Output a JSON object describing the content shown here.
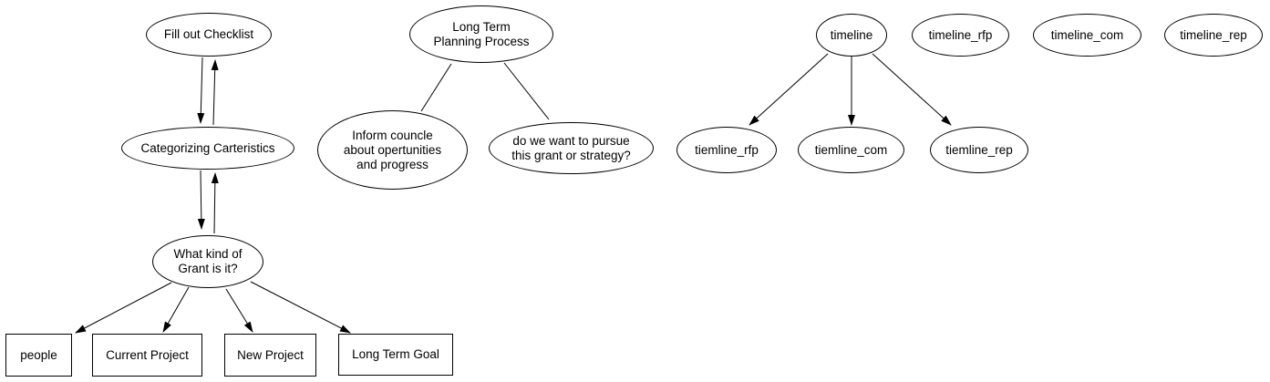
{
  "diagram": {
    "type": "graph",
    "background_color": "#ffffff",
    "node_stroke_color": "#000000",
    "edge_color": "#000000",
    "text_color": "#000000",
    "nodes": {
      "fill_out_checklist": {
        "label": "Fill out Checklist",
        "shape": "ellipse"
      },
      "categorizing_carteristics": {
        "label": "Categorizing Carteristics",
        "shape": "ellipse"
      },
      "what_kind_of_grant": {
        "label": "What kind of\nGrant is it?",
        "shape": "ellipse"
      },
      "people": {
        "label": "people",
        "shape": "box"
      },
      "current_project": {
        "label": "Current Project",
        "shape": "box"
      },
      "new_project": {
        "label": "New Project",
        "shape": "box"
      },
      "long_term_goal": {
        "label": "Long Term Goal",
        "shape": "box"
      },
      "long_term_planning": {
        "label": "Long Term\nPlanning Process",
        "shape": "ellipse"
      },
      "inform_councle": {
        "label": "Inform councle\nabout opertunities\nand progress",
        "shape": "ellipse"
      },
      "do_we_want": {
        "label": "do we want to pursue\nthis grant or strategy?",
        "shape": "ellipse"
      },
      "timeline": {
        "label": "timeline",
        "shape": "ellipse"
      },
      "timeline_rfp": {
        "label": "timeline_rfp",
        "shape": "ellipse"
      },
      "timeline_com": {
        "label": "timeline_com",
        "shape": "ellipse"
      },
      "timeline_rep": {
        "label": "timeline_rep",
        "shape": "ellipse"
      },
      "tiemline_rfp": {
        "label": "tiemline_rfp",
        "shape": "ellipse"
      },
      "tiemline_com": {
        "label": "tiemline_com",
        "shape": "ellipse"
      },
      "tiemline_rep": {
        "label": "tiemline_rep",
        "shape": "ellipse"
      }
    },
    "edges": [
      {
        "from": "fill_out_checklist",
        "to": "categorizing_carteristics",
        "directed": true
      },
      {
        "from": "categorizing_carteristics",
        "to": "fill_out_checklist",
        "directed": true
      },
      {
        "from": "categorizing_carteristics",
        "to": "what_kind_of_grant",
        "directed": true
      },
      {
        "from": "what_kind_of_grant",
        "to": "categorizing_carteristics",
        "directed": true
      },
      {
        "from": "what_kind_of_grant",
        "to": "people",
        "directed": true
      },
      {
        "from": "what_kind_of_grant",
        "to": "current_project",
        "directed": true
      },
      {
        "from": "what_kind_of_grant",
        "to": "new_project",
        "directed": true
      },
      {
        "from": "what_kind_of_grant",
        "to": "long_term_goal",
        "directed": true
      },
      {
        "from": "long_term_planning",
        "to": "inform_councle",
        "directed": false
      },
      {
        "from": "long_term_planning",
        "to": "do_we_want",
        "directed": false
      },
      {
        "from": "timeline",
        "to": "tiemline_rfp",
        "directed": true
      },
      {
        "from": "timeline",
        "to": "tiemline_com",
        "directed": true
      },
      {
        "from": "timeline",
        "to": "tiemline_rep",
        "directed": true
      }
    ]
  }
}
